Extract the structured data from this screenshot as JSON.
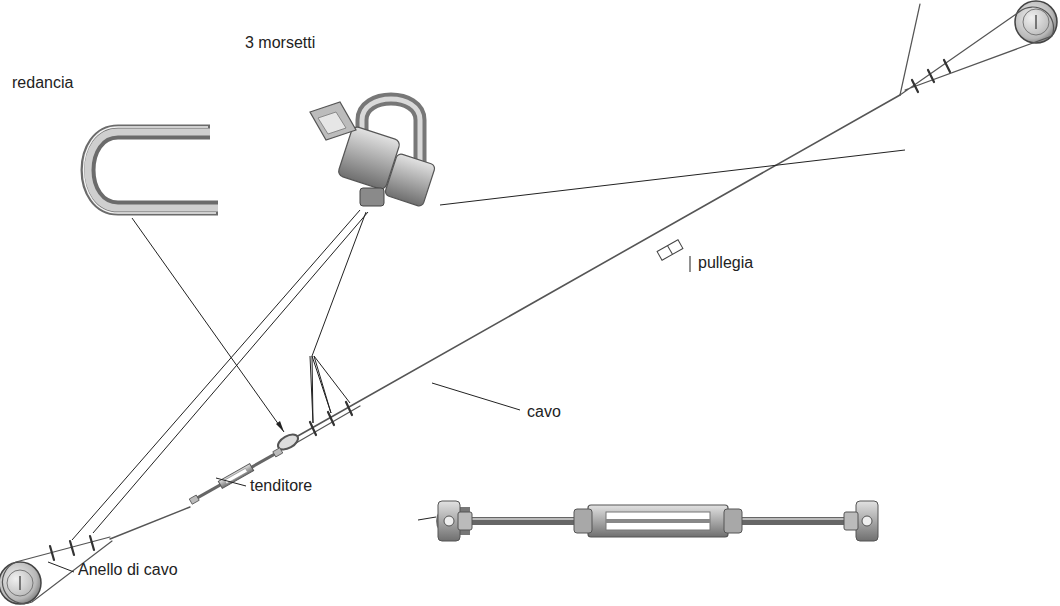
{
  "diagram": {
    "labels": [
      "redancia",
      "3 morsetti",
      "pullegia",
      "cavo",
      "tenditore",
      "Anello di cavo"
    ]
  }
}
